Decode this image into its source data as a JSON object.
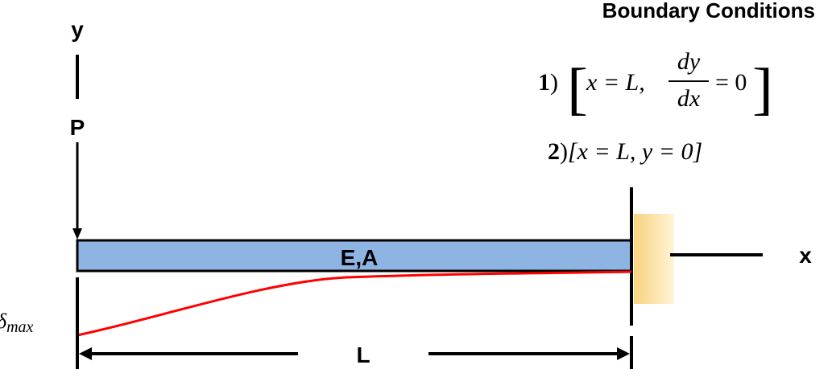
{
  "title": "Boundary Conditions",
  "labels": {
    "y_axis": "y",
    "load": "P",
    "x_axis": "x",
    "beam": "E,A",
    "length": "L",
    "deflection_symbol": "δ",
    "deflection_sub": "max"
  },
  "conditions": [
    {
      "number": "1",
      "paren": ")",
      "open_bracket": "[",
      "lhs": "x = L,",
      "frac_num": "dy",
      "frac_den": "dx",
      "rhs": "= 0",
      "close_bracket": "]"
    },
    {
      "number": "2",
      "paren": ")",
      "text": "[x = L, y = 0]"
    }
  ],
  "colors": {
    "beam_fill": "#8eb4e3",
    "beam_stroke": "#000000",
    "deflection": "#ff0000",
    "wall_light": "#fff4d8",
    "wall_dark": "#f8d37c"
  }
}
